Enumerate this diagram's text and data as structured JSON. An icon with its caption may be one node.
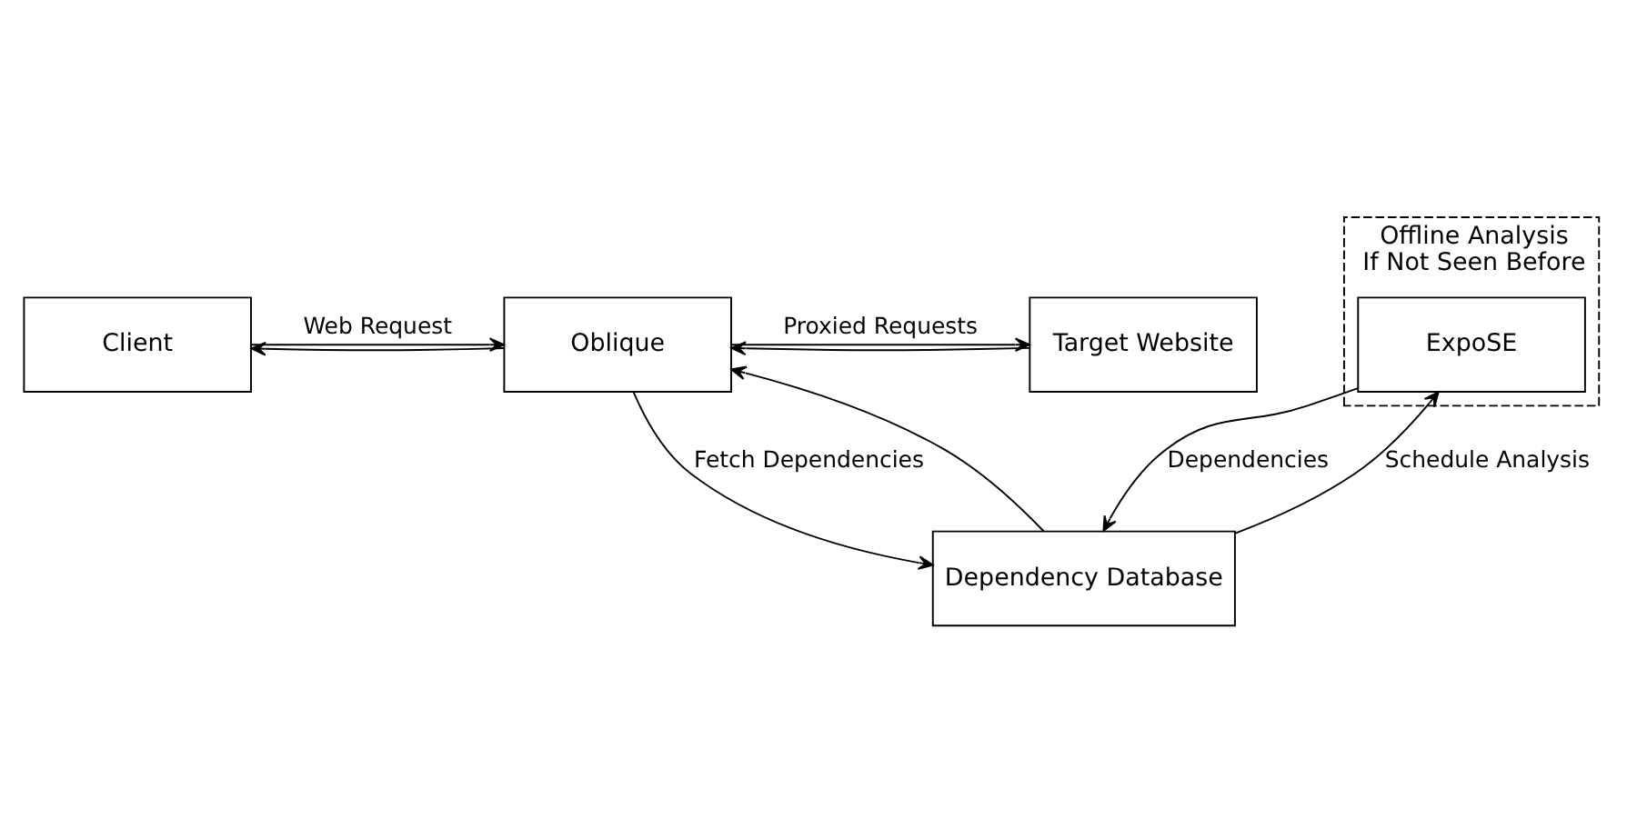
{
  "diagram": {
    "nodes": [
      {
        "text": [
          "Client"
        ]
      },
      {
        "text": [
          "Oblique"
        ]
      },
      {
        "text": [
          "Target Website"
        ]
      },
      {
        "text": [
          "Offline Analysis",
          "If Not Seen Before"
        ]
      },
      {
        "text": [
          "Dependency Database"
        ]
      },
      {
        "text": [
          "ExpoSE"
        ],
        "in": 3
      }
    ],
    "edges": [
      {
        "from": 0,
        "to": 1,
        "arrow": "to",
        "label": "Web Request"
      },
      {
        "from": 1,
        "to": 0,
        "arrow": "to"
      },
      {
        "from": 1,
        "to": 2,
        "arrow": "to",
        "label": "Proxied Requests"
      },
      {
        "from": 2,
        "to": 1,
        "arrow": "to"
      },
      {
        "from": 1,
        "to": 4,
        "arrow": "to",
        "label": "Fetch Dependencies"
      },
      {
        "from": 4,
        "to": 1,
        "arrow": "to"
      },
      {
        "from": 4,
        "to": 5,
        "arrow": "to",
        "label": "Schedule Analysis"
      },
      {
        "from": 5,
        "to": 4,
        "arrow": "to",
        "label": "Dependencies"
      }
    ]
  }
}
